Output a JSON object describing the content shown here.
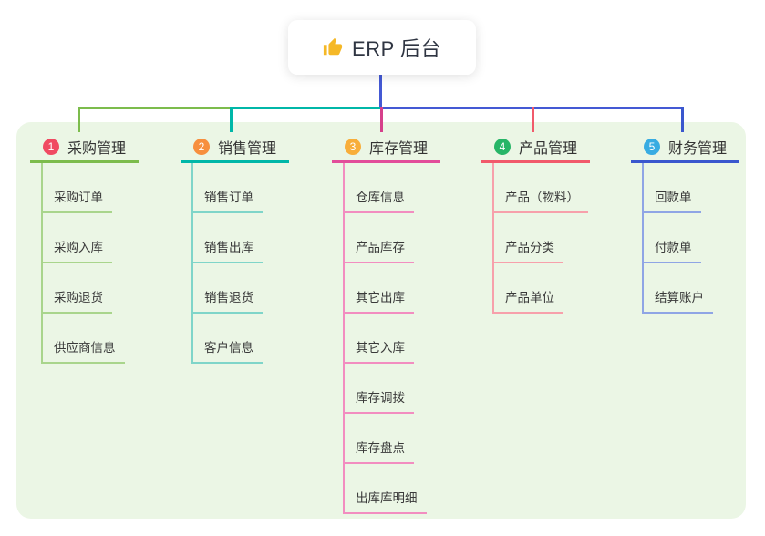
{
  "root": {
    "title": "ERP 后台",
    "icon": "thumbs-up-icon"
  },
  "panel_color": "#EBF6E5",
  "connector": {
    "root_line_color": "#4459D4",
    "bus_colors": [
      "#7CBC4C",
      "#00B7A8",
      "#4459D4"
    ]
  },
  "branches": [
    {
      "number": "1",
      "title": "采购管理",
      "badge_color": "#F04A62",
      "line_color": "#7CBC4C",
      "child_line_color": "#A9D58C",
      "drop_color": "#7CBC4C",
      "children": [
        "采购订单",
        "采购入库",
        "采购退货",
        "供应商信息"
      ]
    },
    {
      "number": "2",
      "title": "销售管理",
      "badge_color": "#F78F3E",
      "line_color": "#00B7A8",
      "child_line_color": "#7FD5C9",
      "drop_color": "#00B7A8",
      "children": [
        "销售订单",
        "销售出库",
        "销售退货",
        "客户信息"
      ]
    },
    {
      "number": "3",
      "title": "库存管理",
      "badge_color": "#F8AE3A",
      "line_color": "#E24D9A",
      "child_line_color": "#F28DC0",
      "drop_color": "#D6408B",
      "children": [
        "仓库信息",
        "产品库存",
        "其它出库",
        "其它入库",
        "库存调拨",
        "库存盘点",
        "出库库明细"
      ]
    },
    {
      "number": "4",
      "title": "产品管理",
      "badge_color": "#27B567",
      "line_color": "#F15A6B",
      "child_line_color": "#F7A0AB",
      "drop_color": "#F15A6B",
      "children": [
        "产品（物料）",
        "产品分类",
        "产品单位"
      ]
    },
    {
      "number": "5",
      "title": "财务管理",
      "badge_color": "#38ACE2",
      "line_color": "#3A57CE",
      "child_line_color": "#8FA5E5",
      "drop_color": "#3A57CE",
      "children": [
        "回款单",
        "付款单",
        "结算账户"
      ]
    }
  ]
}
